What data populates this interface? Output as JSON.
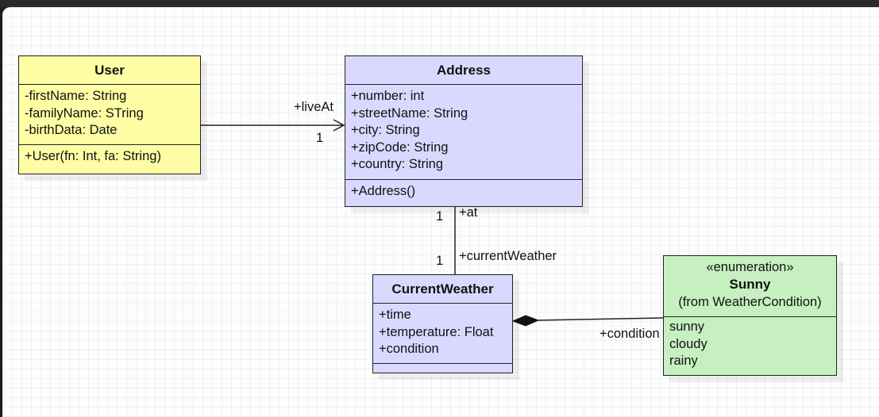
{
  "classes": {
    "user": {
      "name": "User",
      "attributes": [
        "-firstName: String",
        "-familyName: STring",
        "-birthData: Date"
      ],
      "operations": [
        "+User(fn: Int, fa: String)"
      ]
    },
    "address": {
      "name": "Address",
      "attributes": [
        "+number: int",
        "+streetName: String",
        "+city: String",
        "+zipCode: String",
        "+country: String"
      ],
      "operations": [
        "+Address()"
      ]
    },
    "current_weather": {
      "name": "CurrentWeather",
      "attributes": [
        "+time",
        "+temperature: Float",
        "+condition"
      ],
      "operations": []
    },
    "enumeration": {
      "stereotype": "«enumeration»",
      "name": "Sunny",
      "from": "(from WeatherCondition)",
      "values": [
        "sunny",
        "cloudy",
        "rainy"
      ]
    }
  },
  "associations": {
    "user_address": {
      "role": "+liveAt",
      "multiplicity": "1"
    },
    "address_weather": {
      "role_top": "+at",
      "mult_top": "1",
      "role_bottom": "+currentWeather",
      "mult_bottom": "1"
    },
    "weather_condition": {
      "role": "+condition",
      "type": "composition"
    }
  },
  "colors": {
    "user_fill": "#fffea5",
    "address_fill": "#d9d9ff",
    "weather_fill": "#d9d9ff",
    "enum_fill": "#c6f0c0",
    "line": "#222222"
  }
}
